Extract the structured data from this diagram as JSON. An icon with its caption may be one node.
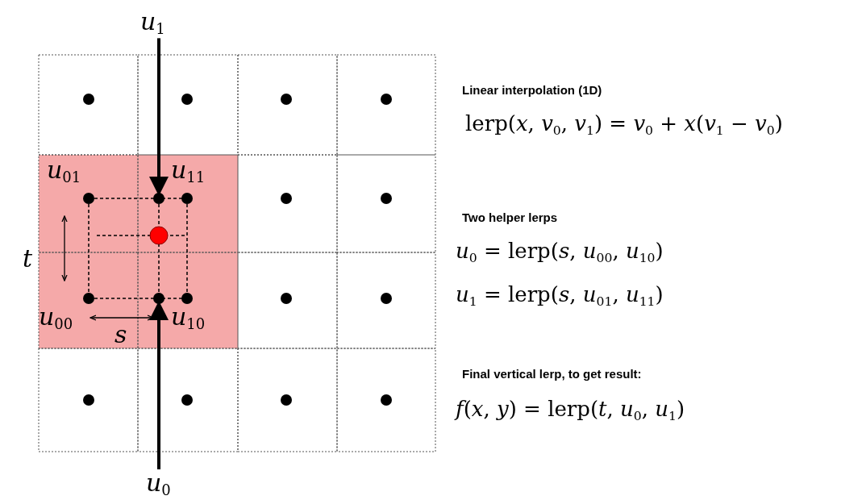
{
  "diagram": {
    "nodes": [
      {
        "text": [
          "*u*$_{1}$"
        ]
      },
      {
        "text": [],
        "shape": "circle"
      },
      {
        "text": [
          "*u*$_{0}$"
        ]
      },
      {
        "text": [],
        "shape": "circle"
      }
    ],
    "edges": [
      {
        "from": 0,
        "to": 1,
        "arrow": "to"
      },
      {
        "from": 2,
        "to": 3,
        "arrow": "to"
      }
    ],
    "labels": [
      "*u*$_{01}$",
      "*u*$_{11}$",
      "*t*",
      "*u*$_{00}$",
      "*u*$_{10}$",
      "*s*",
      "Linear interpolation (1D)",
      "lerp(*x*, *v*$_{0}$, *v*$_{1}$) = *v*$_{0}$ + *x*(*v*$_{1}$ − *v*$_{0}$)",
      "Two helper lerps",
      "*u*$_{0}$ = lerp(*s*, *u*$_{00}$, *u*$_{10}$)",
      "*u*$_{1}$ = lerp(*s*, *u*$_{01}$, *u*$_{11}$)",
      "Final vertical lerp, to get result:",
      "*f*(*x*, *y*) = lerp(*t*, *u*$_{0}$, *u*$_{1}$)"
    ]
  }
}
